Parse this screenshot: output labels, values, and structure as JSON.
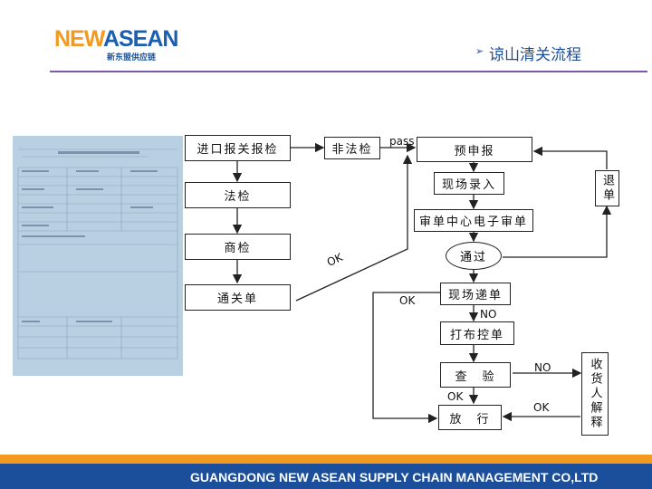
{
  "header": {
    "logo": {
      "part1": "NEW",
      "part2": "ASEAN",
      "sub": "新东盟供应链"
    },
    "title": "谅山清关流程",
    "title_marker": "➢"
  },
  "flow": {
    "import_declaration": "进口报关报检",
    "legal_check": "法检",
    "commodity_check": "商检",
    "clearance_form": "通关单",
    "non_legal_check": "非法检",
    "pre_declaration": "预申报",
    "onsite_entry": "现场录入",
    "e_audit_center": "审单中心电子审单",
    "pass_node": "通过",
    "onsite_submit": "现场递单",
    "print_control": "打布控单",
    "inspection": "查　验",
    "release": "放　行",
    "return_form": "退单",
    "consignee_explain": "收货人解释"
  },
  "labels": {
    "pass": "pass",
    "ok_diagonal": "OK",
    "ok_left": "OK",
    "no_1": "NO",
    "no_2": "NO",
    "ok_inspection": "OK",
    "ok_consignee": "OK"
  },
  "footer": {
    "company": "GUANGDONG NEW ASEAN SUPPLY CHAIN MANAGEMENT CO,LTD"
  },
  "colors": {
    "logo_new": "#f29a1f",
    "logo_asean": "#1b5fb0",
    "title": "#1d4e9a",
    "rule": "#7a5aa8",
    "footer_bar": "#f29a1f",
    "footer_bg": "#1b4f9c",
    "form_bg": "#b9cfe2"
  }
}
